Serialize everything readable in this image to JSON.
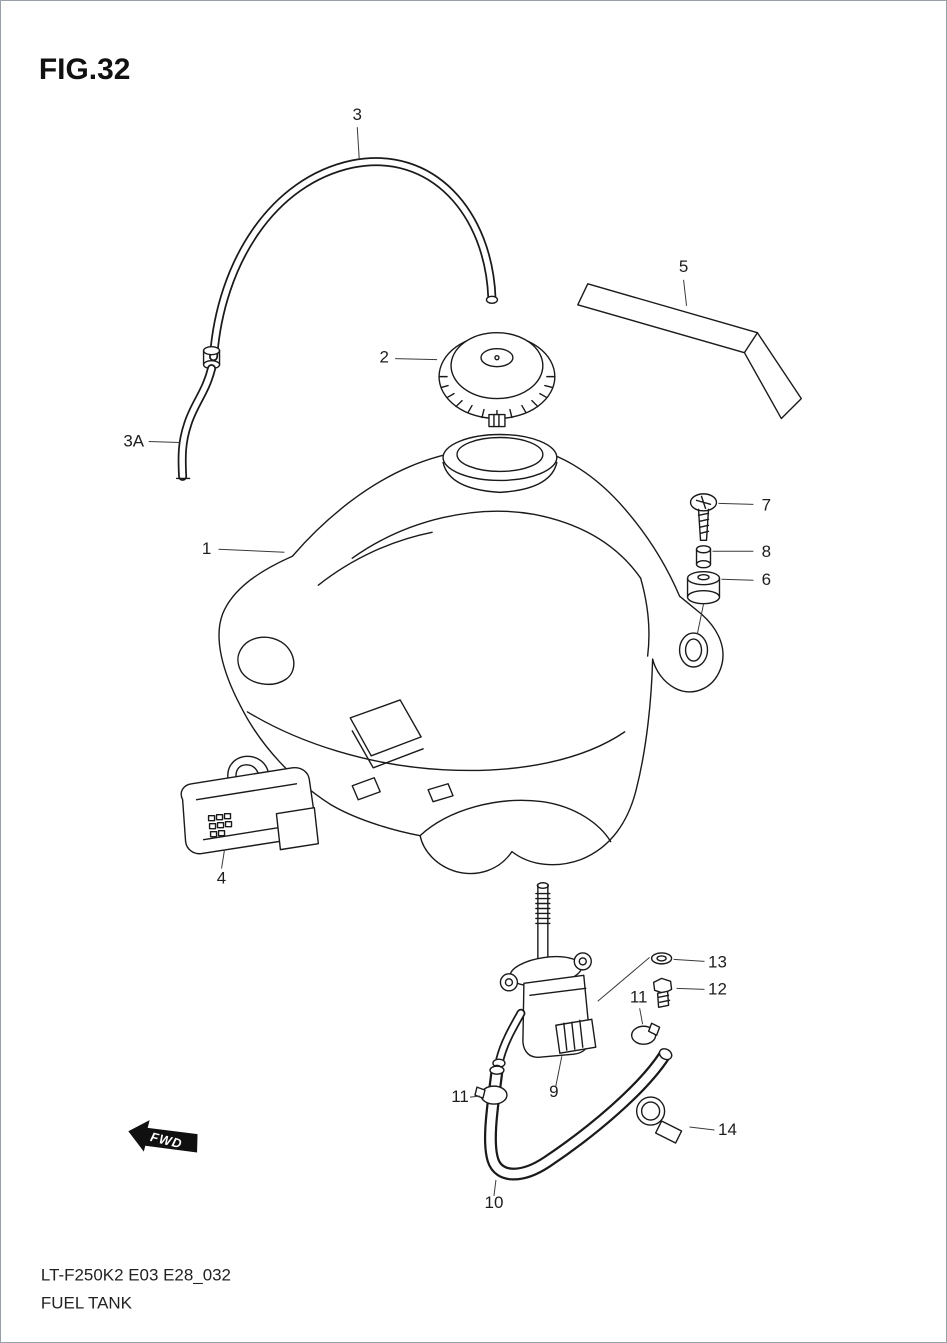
{
  "figure": {
    "title": "FIG.32",
    "model_code": "LT-F250K2 E03 E28_032",
    "caption": "FUEL TANK"
  },
  "direction_label": "FWD",
  "colors": {
    "ink": "#1a1a1a",
    "background": "#ffffff"
  },
  "callouts": {
    "p1": "1",
    "p2": "2",
    "p3": "3",
    "p3a": "3A",
    "p4": "4",
    "p5": "5",
    "p6": "6",
    "p7": "7",
    "p8": "8",
    "p9": "9",
    "p10": "10",
    "p11a": "11",
    "p11b": "11",
    "p12": "12",
    "p13": "13",
    "p14": "14"
  }
}
